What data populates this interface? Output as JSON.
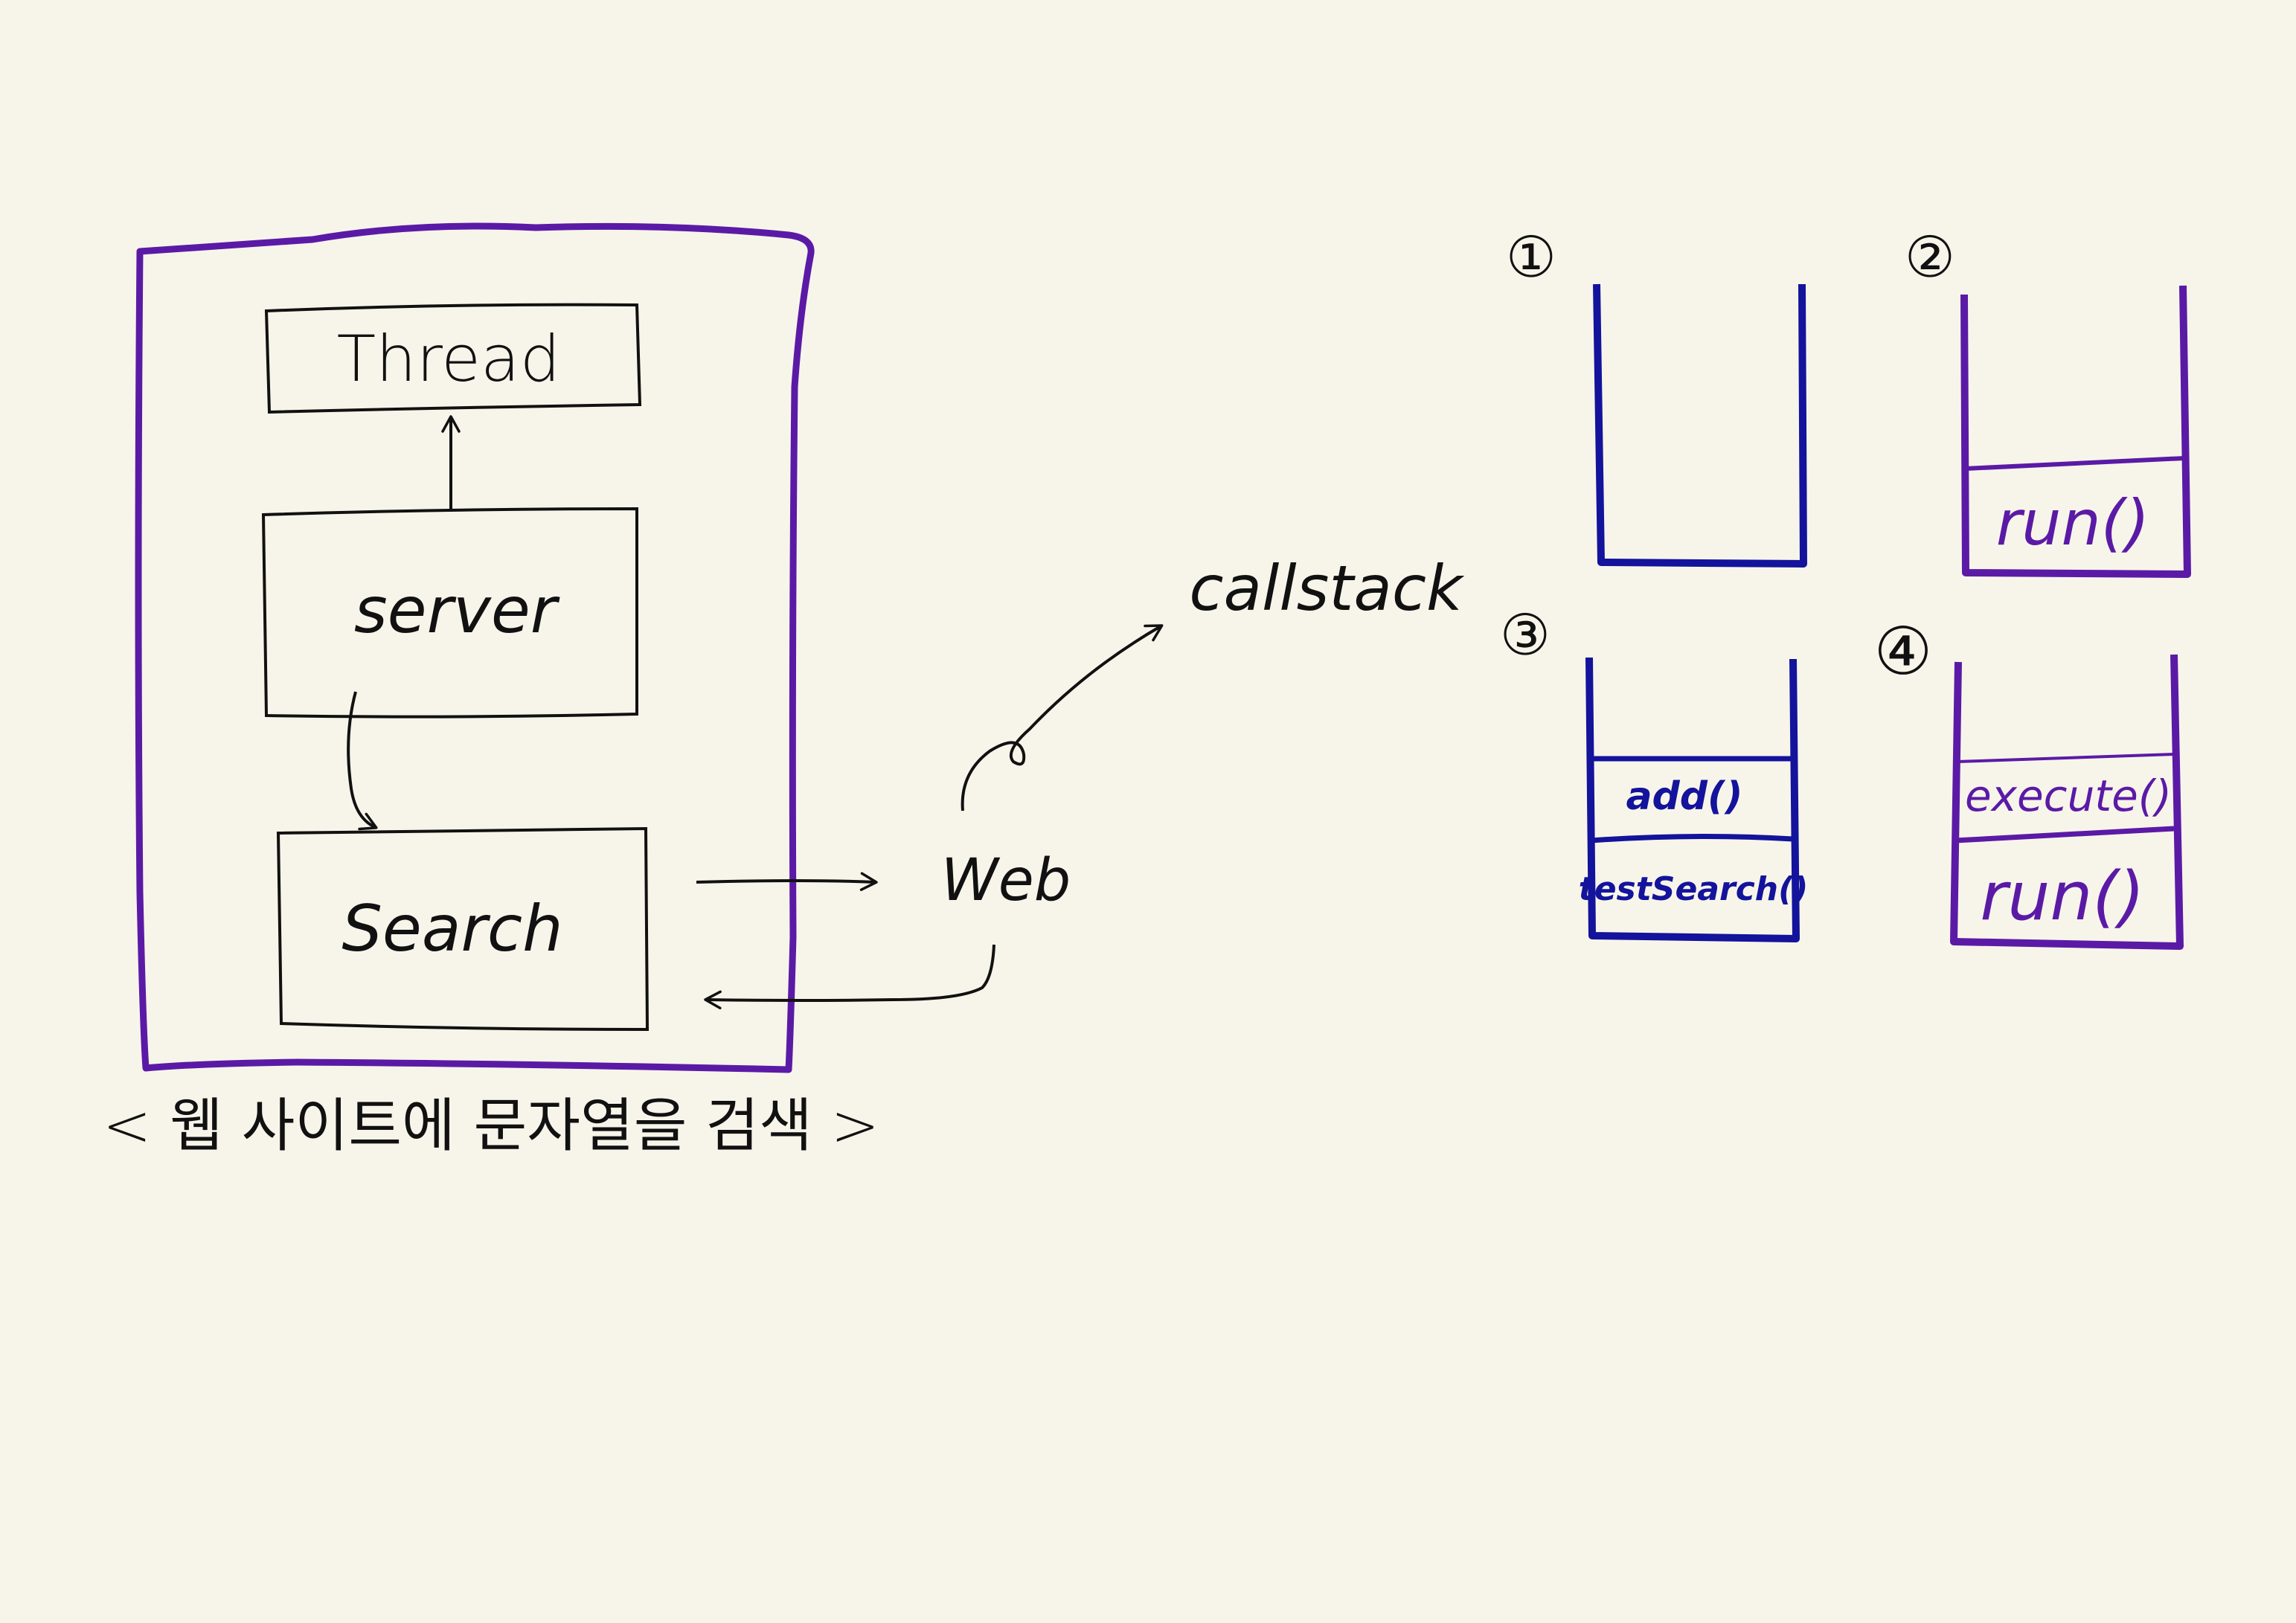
{
  "colors": {
    "background": "#f7f5ea",
    "ink": "#111111",
    "purple": "#5b1aa6",
    "blue": "#13139c"
  },
  "diagram": {
    "boxes": {
      "thread": "Thread",
      "server": "server",
      "search": "Search"
    },
    "web_label": "Web",
    "caption": "< 웹 사이트에 문자열을 검색 >",
    "callstack_label": "callstack"
  },
  "stacks": [
    {
      "number": "①",
      "frames": []
    },
    {
      "number": "②",
      "frames": [
        "run()"
      ]
    },
    {
      "number": "③",
      "frames": [
        "add()",
        "testSearch()"
      ]
    },
    {
      "number": "④",
      "frames": [
        "execute()",
        "run()"
      ]
    }
  ]
}
